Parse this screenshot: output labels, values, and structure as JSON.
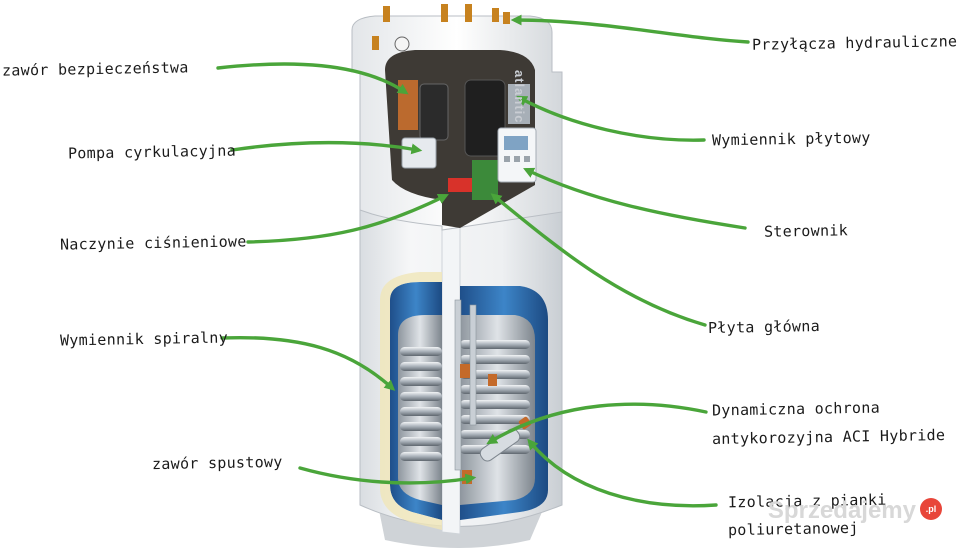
{
  "labels": {
    "hydraulic_connections": "Przyłącza hydrauliczne",
    "safety_valve": "zawór bezpieczeństwa",
    "plate_exchanger": "Wymiennik płytowy",
    "circulation_pump": "Pompa cyrkulacyjna",
    "controller": "Sterownik",
    "pressure_vessel": "Naczynie ciśnieniowe",
    "main_board": "Płyta główna",
    "spiral_exchanger": "Wymiennik spiralny",
    "anticorrosion_line1": "Dynamiczna ochrona",
    "anticorrosion_line2": "antykorozyjna ACI Hybride",
    "drain_valve": "zawór spustowy",
    "insulation_line1": "Izolacja z pianki",
    "insulation_line2": "poliuretanowej"
  },
  "device_brand": "atlantic",
  "watermark": {
    "text": "Sprzedajemy",
    "badge": ".pl"
  },
  "colors": {
    "arrow": "#4aa53a",
    "tank_body": "#e9ecef",
    "tank_blue": "#2e6fb2",
    "coil": "#9ea6ae",
    "copper": "#c46a2a"
  }
}
